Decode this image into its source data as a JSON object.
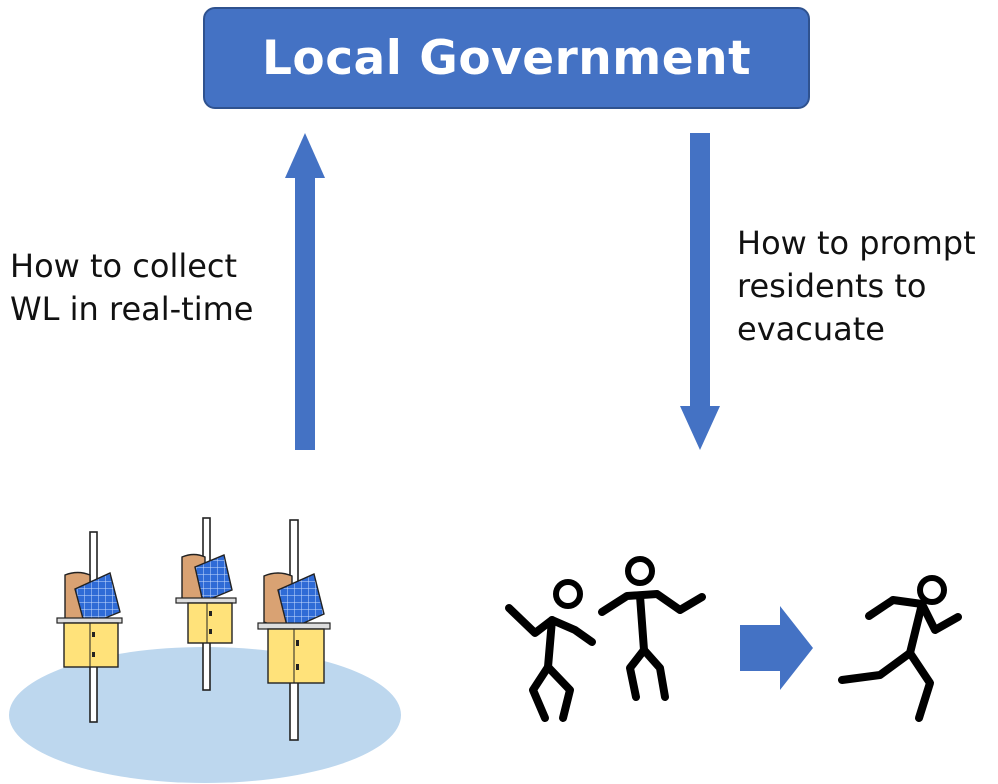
{
  "header": {
    "title": "Local Government"
  },
  "left_caption": {
    "lines": [
      "How to collect",
      "WL in real-time"
    ]
  },
  "right_caption": {
    "lines": [
      "How to prompt",
      "residents to",
      "evacuate"
    ]
  },
  "colors": {
    "accent": "#4472c4",
    "accent_border": "#2f528f",
    "ground": "#bdd7ee",
    "box_yellow": "#ffe27a",
    "solar_blue": "#2f6bd6",
    "tank_tan": "#d9a273"
  },
  "icons": {
    "up_arrow": "arrow-up-icon",
    "down_arrow": "arrow-down-icon",
    "transition_arrow": "arrow-right-icon",
    "sensors": "water-level-sensor-icon",
    "dancing_people": "dancing-people-icon",
    "running_person": "running-person-icon"
  }
}
